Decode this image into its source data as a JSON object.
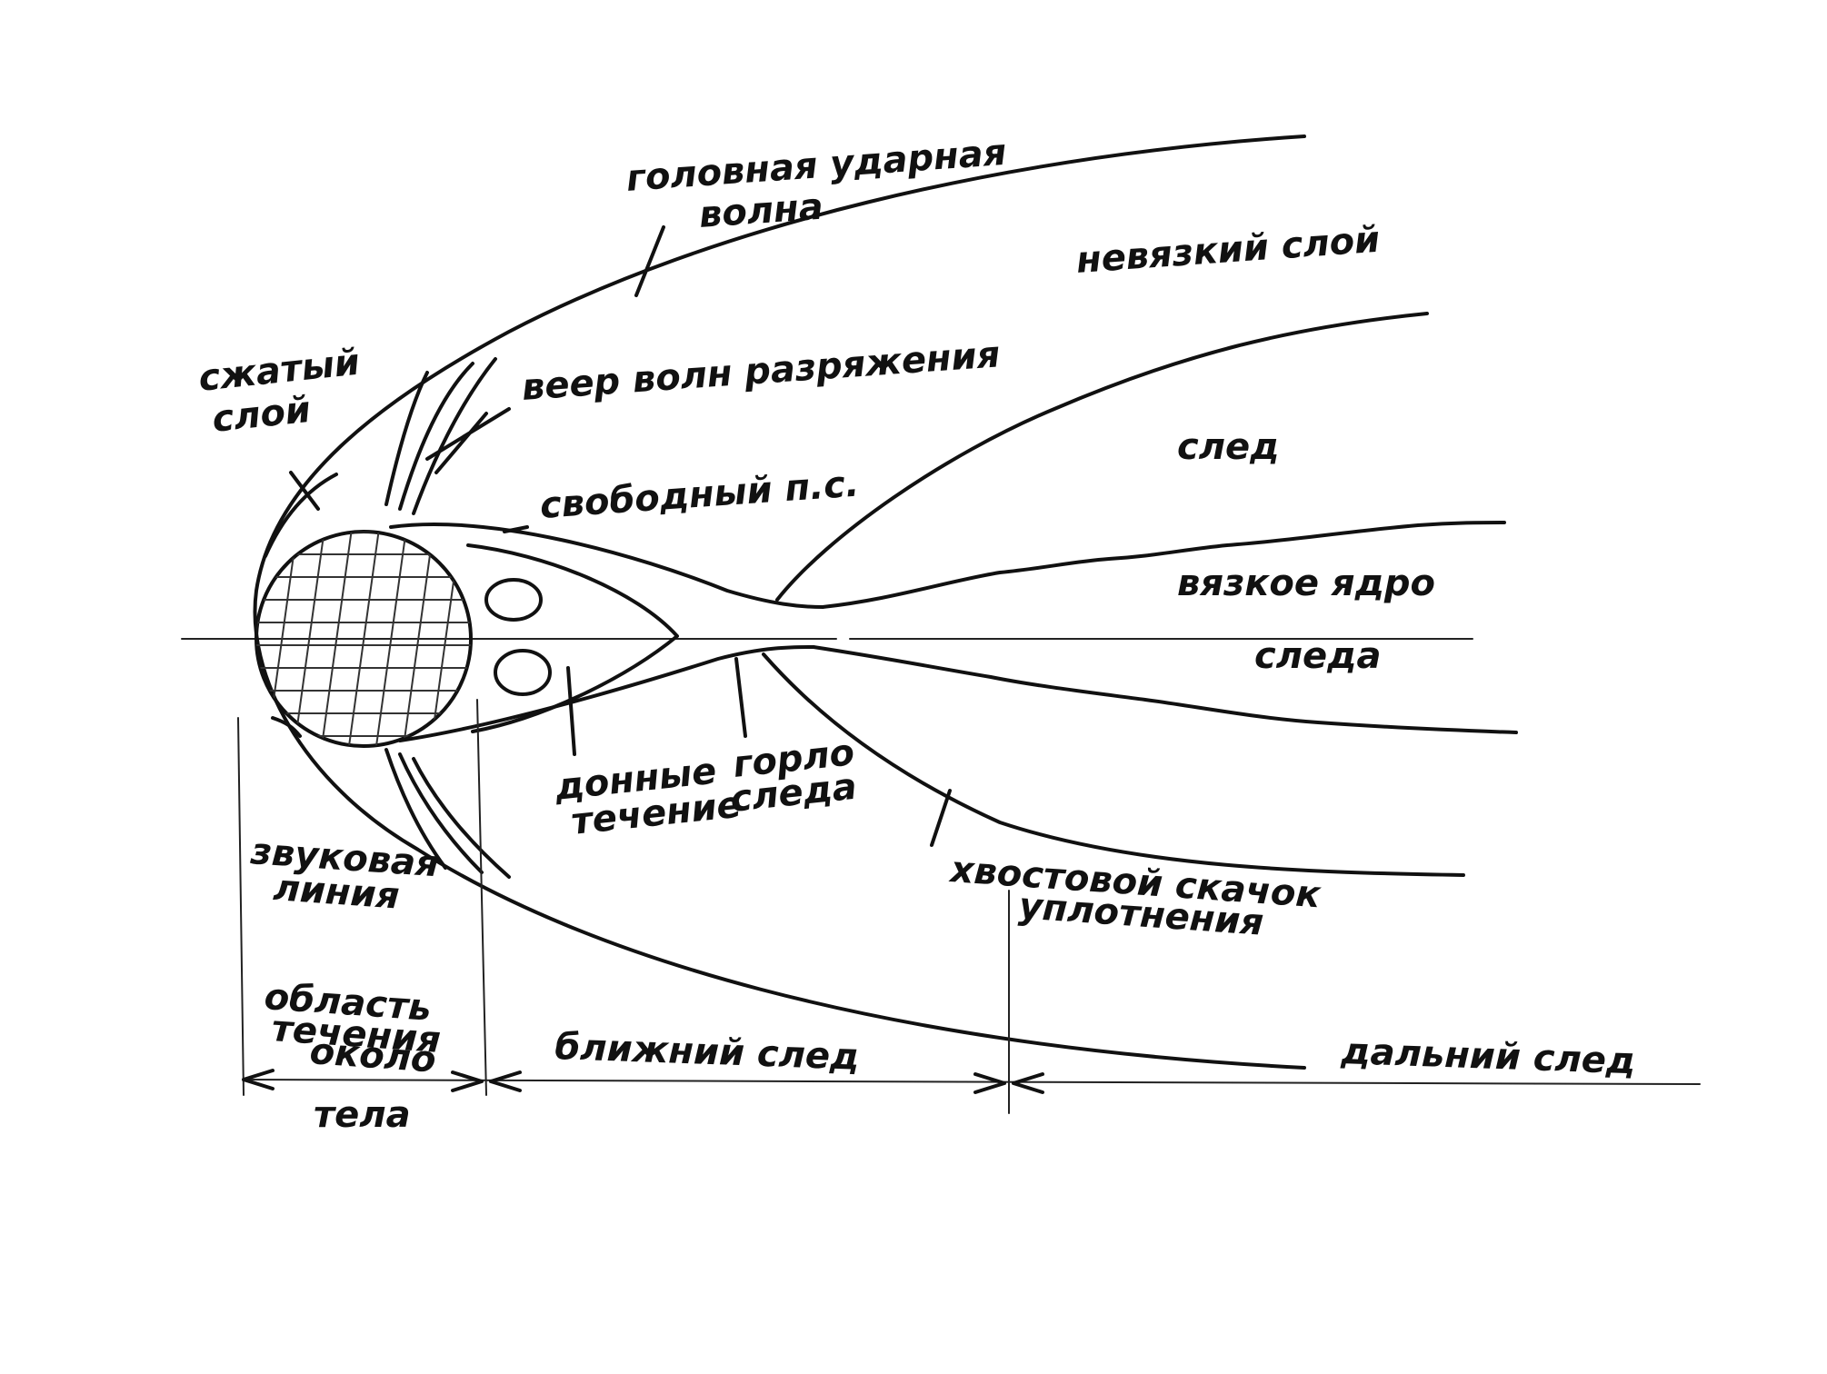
{
  "diagram": {
    "labels": {
      "bow_shock": [
        "головная ударная",
        "волна"
      ],
      "inviscid_layer": "невязкий слой",
      "compressed_layer": [
        "сжатый",
        "слой"
      ],
      "expansion_fan": "веер волн разряжения",
      "wake": "след",
      "free_shear_layer": "свободный п.с.",
      "viscous_core": [
        "вязкое ядро",
        "следа"
      ],
      "base_flow": [
        "донные",
        "течение"
      ],
      "wake_throat": [
        "горло",
        "следа"
      ],
      "sonic_line": [
        "звуковая",
        "линия"
      ],
      "tail_shock": [
        "хвостовой скачок",
        "уплотнения"
      ],
      "near_body_region": [
        "область",
        "течения",
        "около",
        "тела"
      ],
      "near_wake": "ближний след",
      "far_wake": "дальний след"
    },
    "colors": {
      "ink": "#111111",
      "paper": "#ffffff"
    }
  }
}
